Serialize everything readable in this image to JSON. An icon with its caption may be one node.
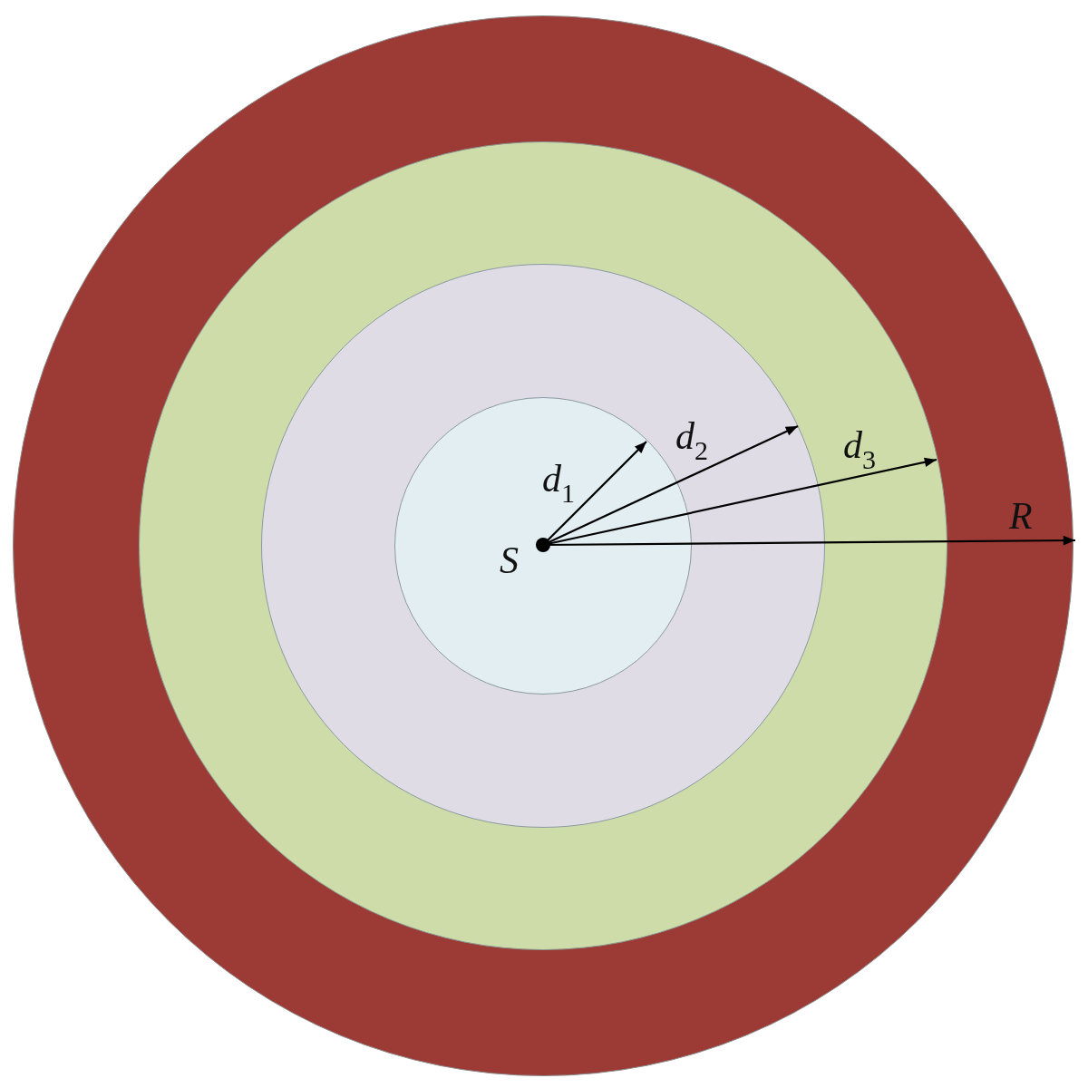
{
  "diagram": {
    "nodes": [
      {
        "text": [],
        "shape": "circle"
      },
      {
        "text": [],
        "shape": "circle",
        "in": 0
      },
      {
        "text": [],
        "shape": "circle",
        "in": 1
      },
      {
        "text": [],
        "shape": "circle",
        "in": 2
      }
    ],
    "labels": [
      "*d*$_{1}$",
      "*d*$_{2}$",
      "*d*$_{3}$",
      "R",
      "S"
    ]
  }
}
